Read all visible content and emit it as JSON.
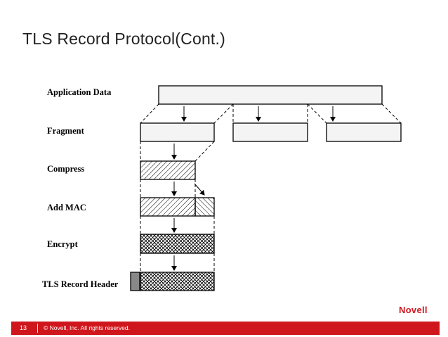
{
  "slide": {
    "title": "TLS Record Protocol(Cont.)",
    "page_number": "13",
    "copyright": "© Novell, Inc. All rights reserved.",
    "logo_text": "Novell"
  },
  "diagram": {
    "stages": [
      "Application Data",
      "Fragment",
      "Compress",
      "Add MAC",
      "Encrypt",
      "TLS Record Header"
    ]
  },
  "colors": {
    "brand_red": "#d0161d",
    "header_block": "#888888"
  }
}
